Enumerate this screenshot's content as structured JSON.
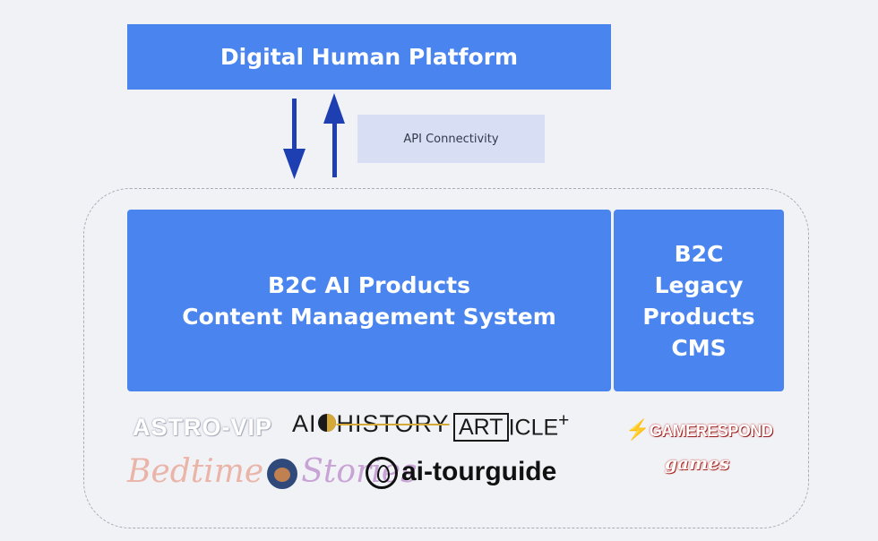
{
  "diagram": {
    "top_box": {
      "title": "Digital Human Platform"
    },
    "connection_label": "API Connectivity",
    "cms_box": {
      "line1": "B2C AI Products",
      "line2": "Content Management System"
    },
    "legacy_box": {
      "line1": "B2C",
      "line2": "Legacy",
      "line3": "Products",
      "line4": "CMS"
    },
    "logos": {
      "astro_vip": "ASTRO-VIP",
      "ai_history_left": "AI",
      "ai_history_right": "HISTORY",
      "article_boxed": "ART",
      "article_rest": "ICLE",
      "article_sup": "+",
      "bedtime": "Bedtime",
      "stories": "Stories",
      "tourguide": "ai-tourguide",
      "game_part": "GAME",
      "respond_part": "RESPOND",
      "games": "games"
    },
    "colors": {
      "box_fill": "#4a84ee",
      "arrow": "#1e3fb2",
      "label_fill": "#d8def4",
      "background": "#f1f2f6",
      "outline": "#a9adb6"
    }
  }
}
